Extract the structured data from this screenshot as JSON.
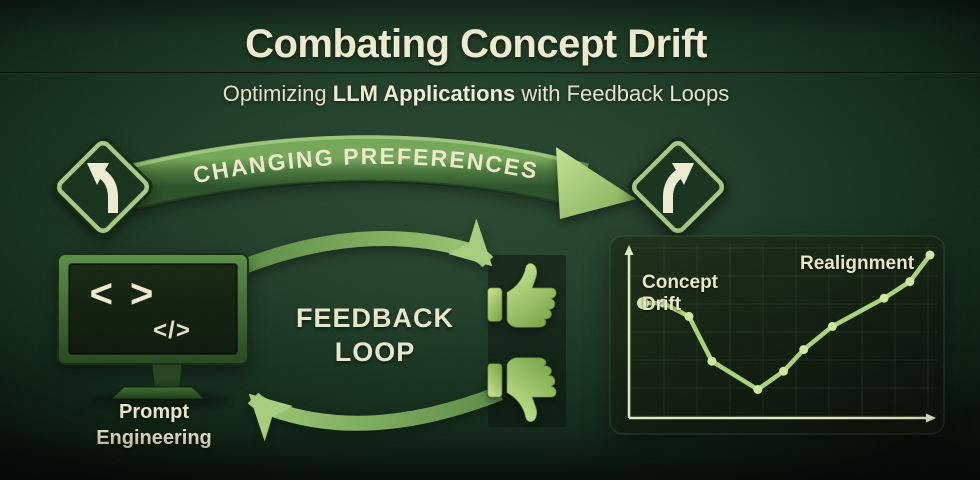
{
  "header": {
    "title": "Combating Concept Drift",
    "subtitle": {
      "prefix": "Optimizing ",
      "bold": "LLM Applications",
      "suffix": " with Feedback Loops"
    }
  },
  "banner": {
    "label": "CHANGING PREFERENCES",
    "left_sign_icon": "curve-left-road-sign",
    "right_sign_icon": "curve-right-road-sign"
  },
  "workstation": {
    "icon": "monitor-icon",
    "code_line1": "< >",
    "code_line2": "</>",
    "label": "Prompt Engineering"
  },
  "loop": {
    "line1": "FEEDBACK",
    "line2": "LOOP",
    "thumbs_up_icon": "thumbs-up-icon",
    "thumbs_down_icon": "thumbs-down-icon"
  },
  "chart_data": {
    "type": "line",
    "x": [
      0,
      0.7,
      1.6,
      2.4,
      4.0,
      4.9,
      5.6,
      6.6,
      8.4,
      9.3,
      10
    ],
    "values": [
      71,
      71,
      63,
      36,
      19,
      30,
      43,
      57,
      74,
      84,
      100
    ],
    "xlim": [
      0,
      10
    ],
    "ylim": [
      0,
      100
    ],
    "grid": true,
    "legend": "none",
    "marker": "circle",
    "line_color": "#a9d47b",
    "marker_color": "#cfe9a0",
    "annotations": [
      {
        "label": "Concept Drift",
        "position": "above-start"
      },
      {
        "label": "Realignment",
        "position": "above-end"
      }
    ]
  },
  "colors": {
    "background_green": "#1d3826",
    "ribbon_green": "#4f8340",
    "bright_green": "#aed481",
    "cream_text": "#ece8cb",
    "panel_dark": "#0e1c0e"
  }
}
